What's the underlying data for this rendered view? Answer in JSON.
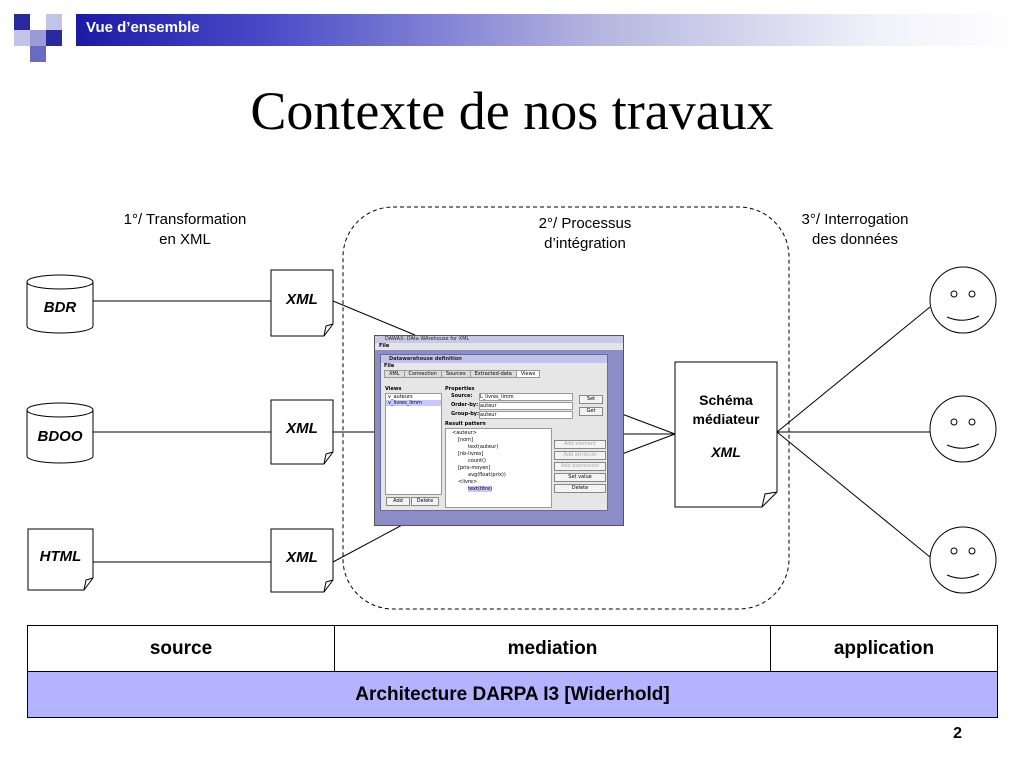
{
  "header": {
    "section": "Vue d’ensemble",
    "accent": "#1a1aa6",
    "square_color": "#2a2aa0"
  },
  "slide": {
    "title": "Contexte de nos travaux",
    "page_number": "2"
  },
  "captions": {
    "step1": "1°/ Transformation\nen XML",
    "step2": "2°/ Processus\nd’intégration",
    "step3": "3°/ Interrogation\ndes données"
  },
  "sources": [
    {
      "label": "BDR",
      "shape": "database-icon"
    },
    {
      "label": "BDOO",
      "shape": "database-icon"
    },
    {
      "label": "HTML",
      "shape": "document-icon"
    }
  ],
  "xml_docs": [
    "XML",
    "XML",
    "XML"
  ],
  "mediator": {
    "line1": "Schéma",
    "line2": "médiateur",
    "format": "XML"
  },
  "users": [
    "smiley-icon",
    "smiley-icon",
    "smiley-icon"
  ],
  "table": {
    "headers": [
      "source",
      "mediation",
      "application"
    ],
    "footer": "Architecture DARPA I3 [Widerhold]",
    "footer_color": "#b3b3ff"
  },
  "screenshot": {
    "window_title": "DAWAX: DAta WArehouse for XML",
    "menu": "File",
    "inner_title": "Datawarehouse definition",
    "inner_menu": "File",
    "tabs": [
      "XML",
      "Connection",
      "Sources",
      "Extracted-data",
      "Views"
    ],
    "active_tab": "Views",
    "views_label": "Views",
    "views": [
      "v_auteurs",
      "v_livres_limm"
    ],
    "add_button": "Add",
    "delete_button": "Delete",
    "properties_label": "Properties",
    "properties": [
      {
        "label": "Source:",
        "value": "L_livres_limm"
      },
      {
        "label": "Order-by:",
        "value": "auteur"
      },
      {
        "label": "Group-by:",
        "value": "auteur"
      }
    ],
    "set_button": "Set",
    "get_button": "Get",
    "result_pattern_label": "Result pattern",
    "tree": [
      "<auteur>",
      "[nom]",
      "text(auteur)",
      "[nb-livres]",
      "count()",
      "[prix-moyen]",
      "avg(float(prix))",
      "<livre>",
      "text(titre)"
    ],
    "pattern_buttons": [
      "Add element",
      "Add attribute",
      "Add expression",
      "Set value",
      "Delete"
    ]
  }
}
